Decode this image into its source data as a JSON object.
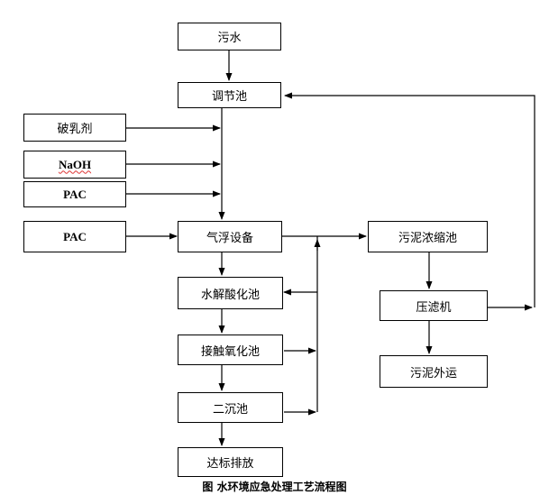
{
  "nodes": {
    "wastewater": "污水",
    "equalization_tank": "调节池",
    "demulsifier": "破乳剂",
    "naoh": "NaOH",
    "pac_1": "PAC",
    "pac_2": "PAC",
    "air_flotation": "气浮设备",
    "hydrolysis_tank": "水解酸化池",
    "contact_oxidation_tank": "接触氧化池",
    "secondary_sedimentation_tank": "二沉池",
    "discharge": "达标排放",
    "sludge_thickener": "污泥浓缩池",
    "filter_press": "压滤机",
    "sludge_disposal": "污泥外运"
  },
  "caption": "图   水环境应急处理工艺流程图"
}
